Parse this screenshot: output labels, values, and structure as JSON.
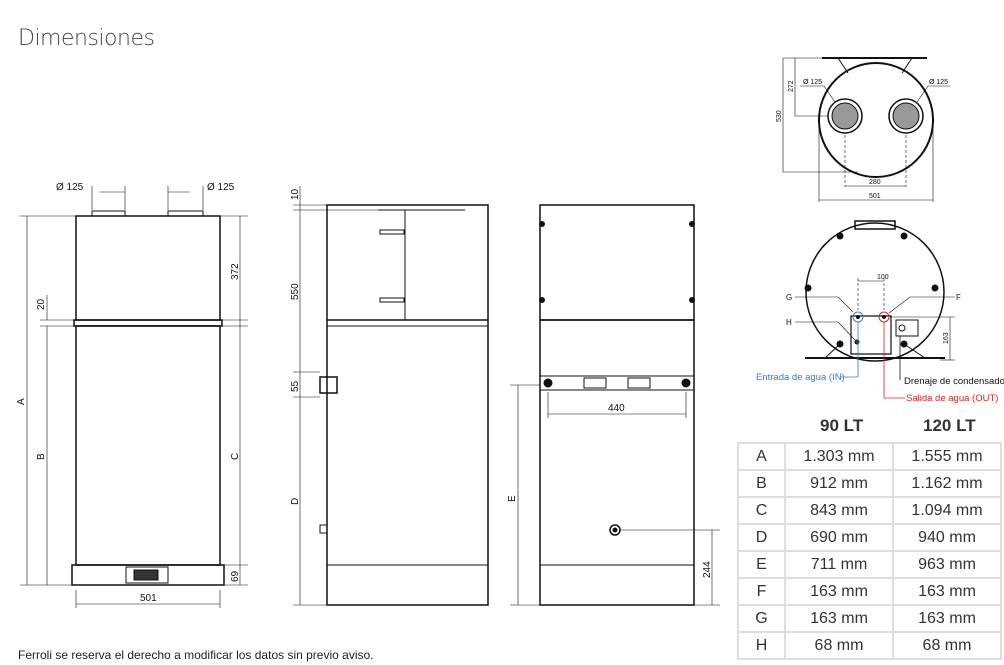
{
  "title": "Dimensiones",
  "footer": "Ferroli se reserva el derecho a modificar los datos sin previo aviso.",
  "front_view": {
    "outlet_left": "Ø 125",
    "outlet_right": "Ø 125",
    "dim_A": "A",
    "dim_B": "B",
    "dim_20": "20",
    "dim_372": "372",
    "dim_C": "C",
    "dim_69": "69",
    "width": "501"
  },
  "side_view": {
    "dim_10": "10",
    "dim_550": "550",
    "dim_55": "55",
    "dim_D": "D"
  },
  "rear_view": {
    "dim_440": "440",
    "dim_E": "E",
    "dim_244": "244"
  },
  "top_view": {
    "outlet_left": "Ø 125",
    "outlet_right": "Ø 125",
    "dim_272": "272",
    "dim_530": "530",
    "dim_280": "280",
    "dim_501": "501"
  },
  "bottom_view": {
    "dim_100": "100",
    "dim_163": "163",
    "label_G": "G",
    "label_H": "H",
    "label_F": "F",
    "water_in": "Entrada de agua (IN)",
    "condensate": "Drenaje de condensados",
    "water_out": "Salida de agua (OUT)",
    "colors": {
      "water_in": "#3a7cc0",
      "water_out": "#e02020"
    }
  },
  "table": {
    "border_color": "#e98a25",
    "headers": [
      "90 LT",
      "120 LT"
    ],
    "rows": [
      {
        "key": "A",
        "v90": "1.303 mm",
        "v120": "1.555 mm"
      },
      {
        "key": "B",
        "v90": "912 mm",
        "v120": "1.162 mm"
      },
      {
        "key": "C",
        "v90": "843 mm",
        "v120": "1.094 mm"
      },
      {
        "key": "D",
        "v90": "690 mm",
        "v120": "940 mm"
      },
      {
        "key": "E",
        "v90": "711 mm",
        "v120": "963 mm"
      },
      {
        "key": "F",
        "v90": "163 mm",
        "v120": "163 mm"
      },
      {
        "key": "G",
        "v90": "163 mm",
        "v120": "163 mm"
      },
      {
        "key": "H",
        "v90": "68 mm",
        "v120": "68 mm"
      }
    ]
  }
}
